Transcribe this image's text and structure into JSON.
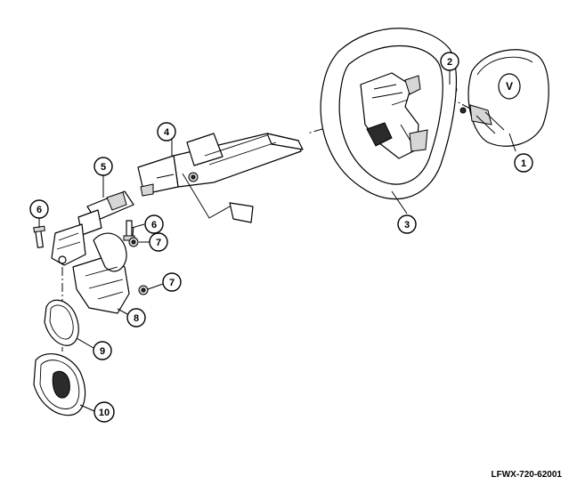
{
  "callouts": [
    {
      "id": "1",
      "label": "1"
    },
    {
      "id": "2",
      "label": "2"
    },
    {
      "id": "3",
      "label": "3"
    },
    {
      "id": "4",
      "label": "4"
    },
    {
      "id": "5",
      "label": "5"
    },
    {
      "id": "6a",
      "label": "6"
    },
    {
      "id": "6b",
      "label": "6"
    },
    {
      "id": "7a",
      "label": "7"
    },
    {
      "id": "7b",
      "label": "7"
    },
    {
      "id": "8",
      "label": "8"
    },
    {
      "id": "9",
      "label": "9"
    },
    {
      "id": "10",
      "label": "10"
    }
  ],
  "reference_code": "LFWX-720-62001"
}
